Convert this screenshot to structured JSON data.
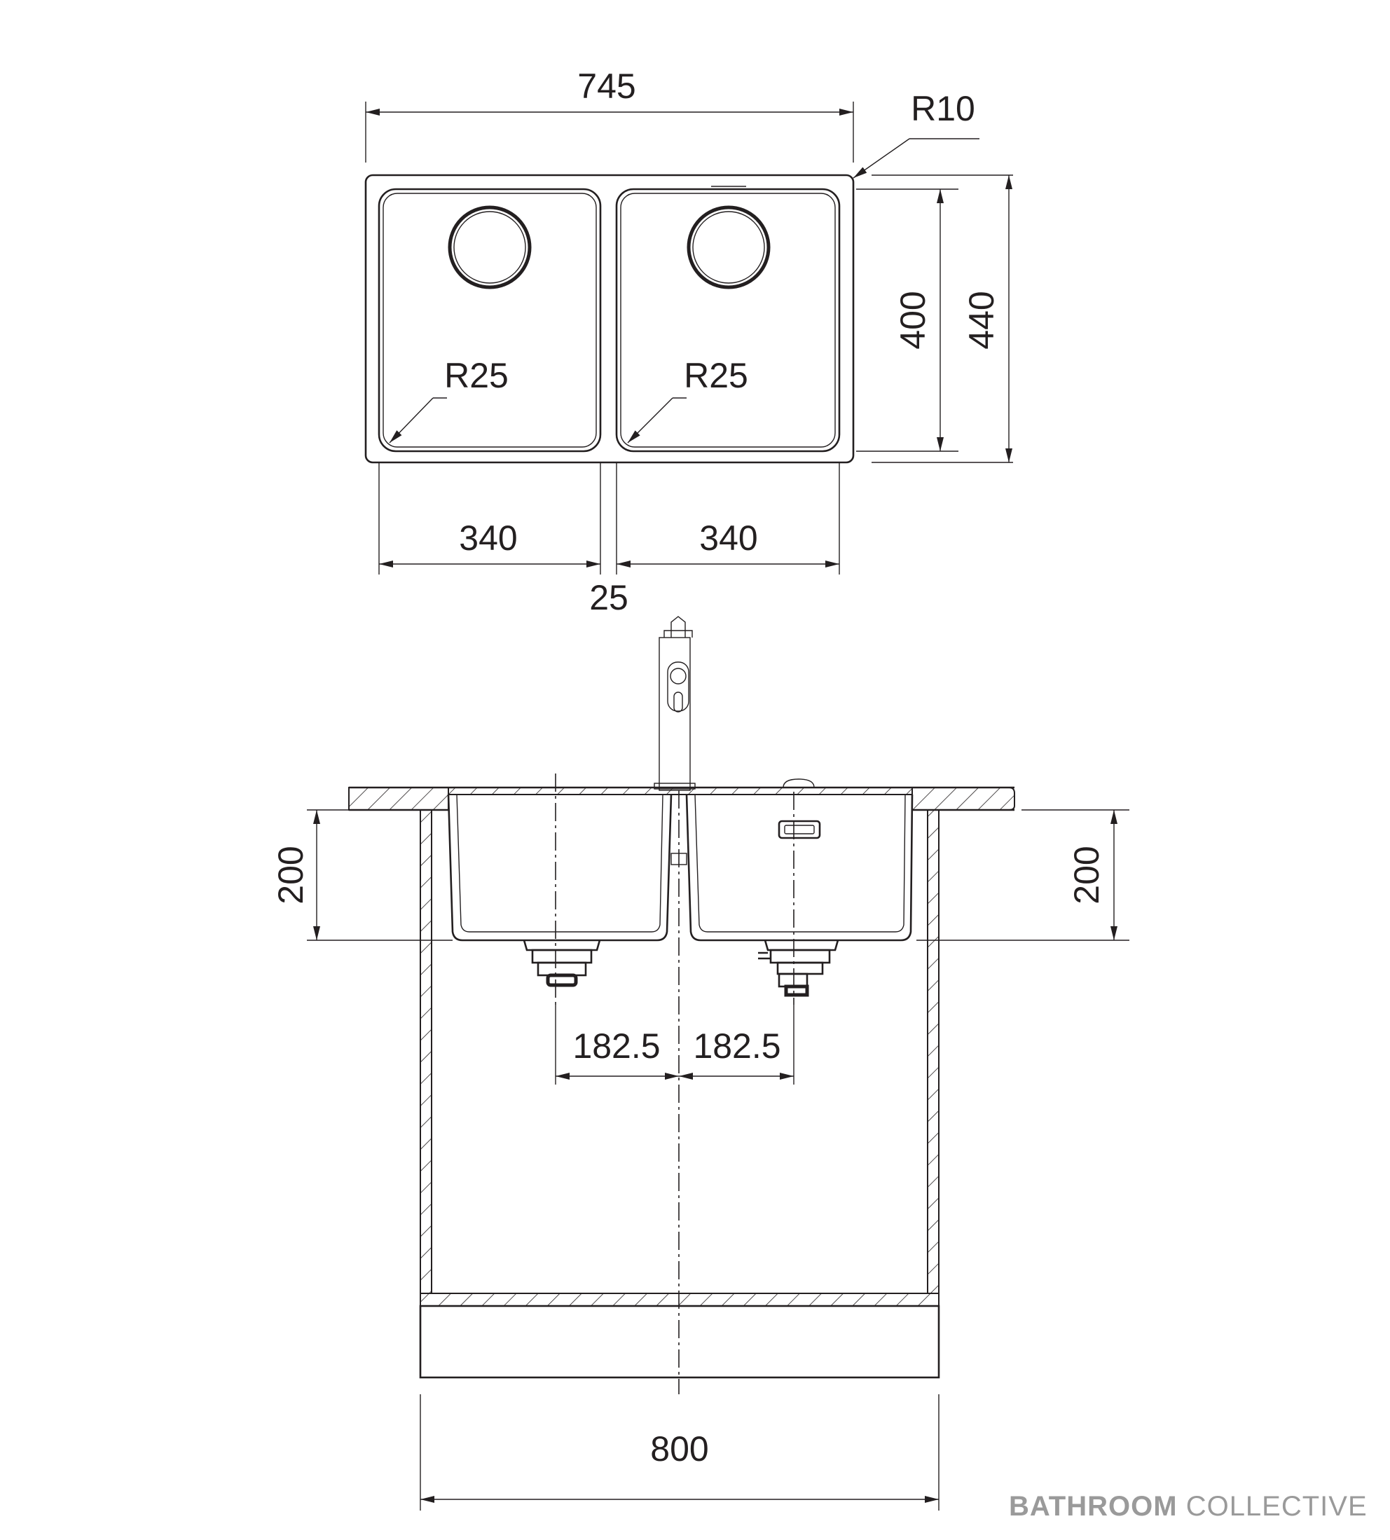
{
  "top_view": {
    "overall_width": "745",
    "corner_radius": "R10",
    "inner_depth": "400",
    "outer_depth": "440",
    "bowl_radius_left": "R25",
    "bowl_radius_right": "R25",
    "bowl_width_left": "340",
    "bowl_width_right": "340",
    "divider_width": "25"
  },
  "front_view": {
    "bowl_depth_left": "200",
    "bowl_depth_right": "200",
    "waste_offset_left": "182.5",
    "waste_offset_right": "182.5",
    "cabinet_width": "800"
  },
  "watermark": {
    "bold_part": "BATHROOM",
    "light_part": "COLLECTIVE"
  }
}
